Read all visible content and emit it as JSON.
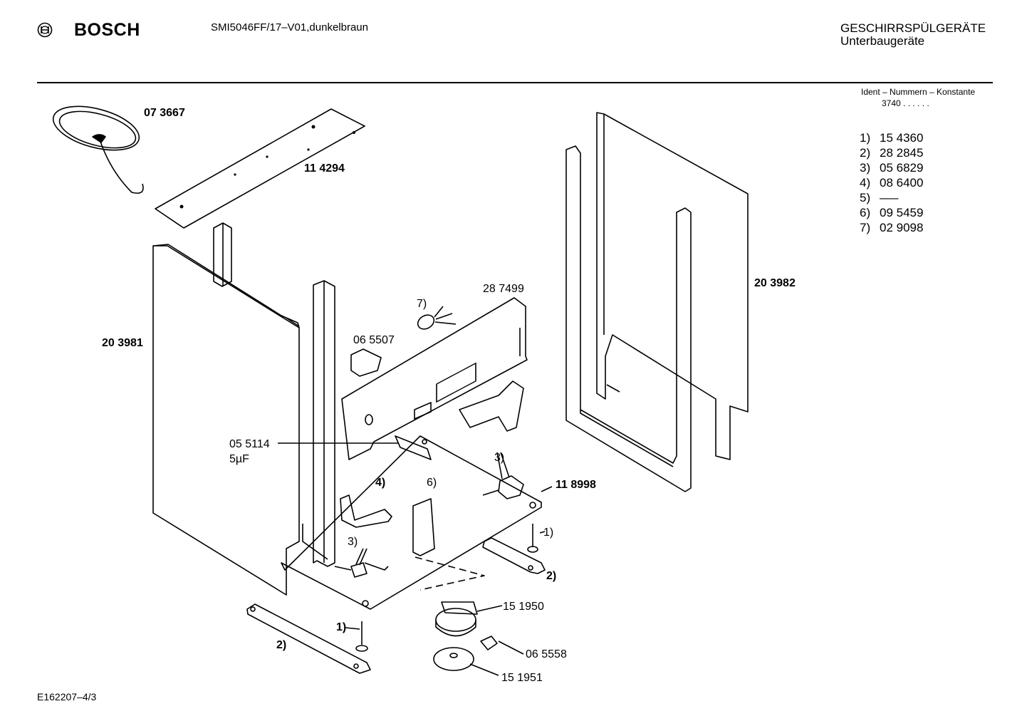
{
  "header": {
    "brand": "BOSCH",
    "model": "SMI5046FF/17–V01,dunkelbraun",
    "category_line1": "GESCHIRRSPÜLGERÄTE",
    "category_line2": "Unterbaugeräte"
  },
  "ident": {
    "title": "Ident – Nummern – Konstante",
    "constant": "3740 . .   . . . ."
  },
  "legend": [
    {
      "key": "1)",
      "value": "15 4360"
    },
    {
      "key": "2)",
      "value": "28 2845"
    },
    {
      "key": "3)",
      "value": "05 6829"
    },
    {
      "key": "4)",
      "value": "08 6400"
    },
    {
      "key": "5)",
      "value": "—–"
    },
    {
      "key": "6)",
      "value": "09 5459"
    },
    {
      "key": "7)",
      "value": "02 9098"
    }
  ],
  "parts": {
    "cable": "07 3667",
    "top_strip": "11 4294",
    "side_panel_left": "20 3981",
    "side_panel_right": "20 3982",
    "front_panel": "28 7499",
    "switch": "06 5507",
    "item7": "7)",
    "capacitor": "05 5114",
    "capacitor_value": "5µF",
    "base": "11 8998",
    "item3a": "3)",
    "item4": "4)",
    "item6": "6)",
    "item3b": "3)",
    "item1a": "1)",
    "item2a": "2)",
    "item1b": "1)",
    "item2b": "2)",
    "pump": "15 1950",
    "connector": "06 5558",
    "disc": "15 1951"
  },
  "footer": {
    "code": "E162207–4/3"
  }
}
